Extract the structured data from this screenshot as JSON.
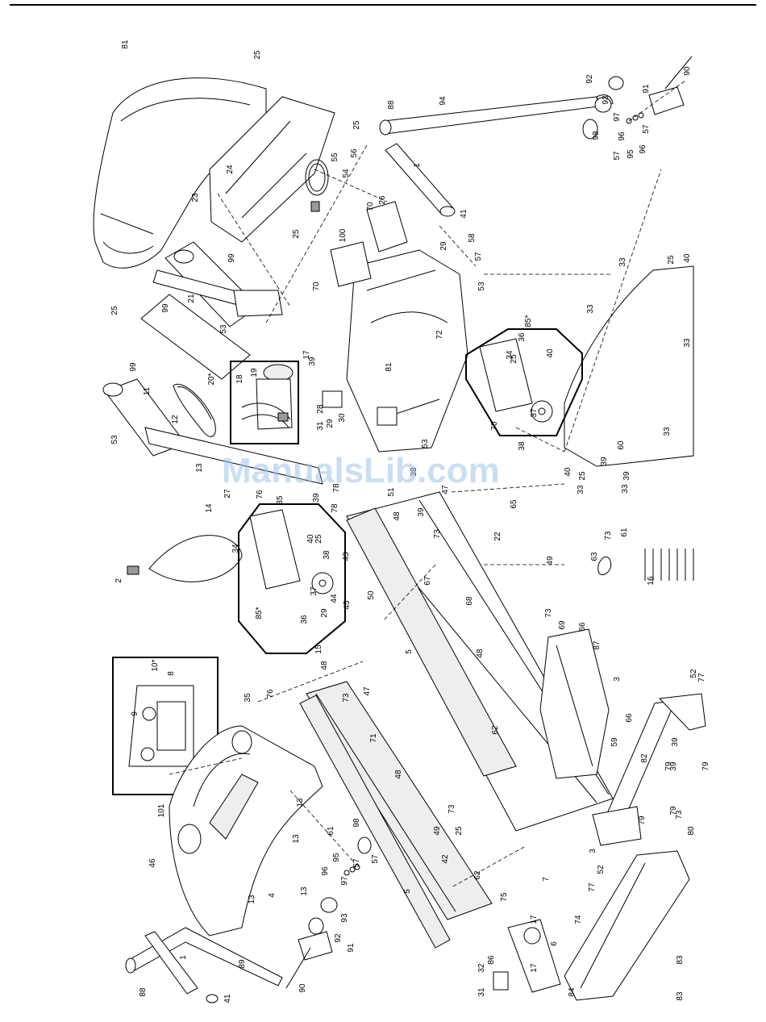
{
  "watermark": "ManualsLib.com",
  "labels": [
    "1",
    "1",
    "2",
    "3",
    "3",
    "4",
    "5",
    "5",
    "6",
    "7",
    "8",
    "9",
    "10*",
    "11",
    "12",
    "13",
    "13",
    "13",
    "13",
    "13",
    "14",
    "15",
    "16",
    "17",
    "17",
    "17",
    "18",
    "19",
    "20*",
    "21",
    "22",
    "23",
    "24",
    "25",
    "25",
    "25",
    "25",
    "25",
    "25",
    "25",
    "25",
    "25",
    "26",
    "27",
    "28",
    "29",
    "29",
    "29",
    "30",
    "31",
    "31",
    "32",
    "33",
    "33",
    "33",
    "33",
    "33",
    "33",
    "34",
    "34",
    "35",
    "35",
    "36",
    "36",
    "37",
    "37",
    "38",
    "38",
    "38",
    "39",
    "39",
    "39",
    "39",
    "39",
    "39",
    "39",
    "40",
    "40",
    "40",
    "40",
    "41",
    "41",
    "42",
    "43",
    "44",
    "45",
    "46",
    "47",
    "47",
    "48",
    "48",
    "48",
    "48",
    "49",
    "49",
    "50",
    "51",
    "52",
    "52",
    "53",
    "53",
    "53",
    "53",
    "54",
    "55",
    "56",
    "57",
    "57",
    "57",
    "57",
    "57",
    "58",
    "59",
    "60",
    "61",
    "61",
    "62",
    "62",
    "63",
    "65",
    "66",
    "66",
    "67",
    "68",
    "69",
    "70",
    "70",
    "70",
    "71",
    "72",
    "73",
    "73",
    "73",
    "73",
    "73",
    "73",
    "74",
    "75",
    "76",
    "76",
    "77",
    "77",
    "78",
    "78",
    "79",
    "79",
    "79",
    "79",
    "80",
    "81",
    "81",
    "82",
    "83",
    "83",
    "84",
    "85*",
    "85*",
    "86",
    "87",
    "88",
    "88",
    "89",
    "90",
    "90",
    "91",
    "91",
    "92",
    "92",
    "93",
    "93",
    "94",
    "95",
    "95",
    "96",
    "96",
    "96",
    "97",
    "97",
    "98",
    "98",
    "99",
    "99",
    "99",
    "100",
    "101"
  ]
}
